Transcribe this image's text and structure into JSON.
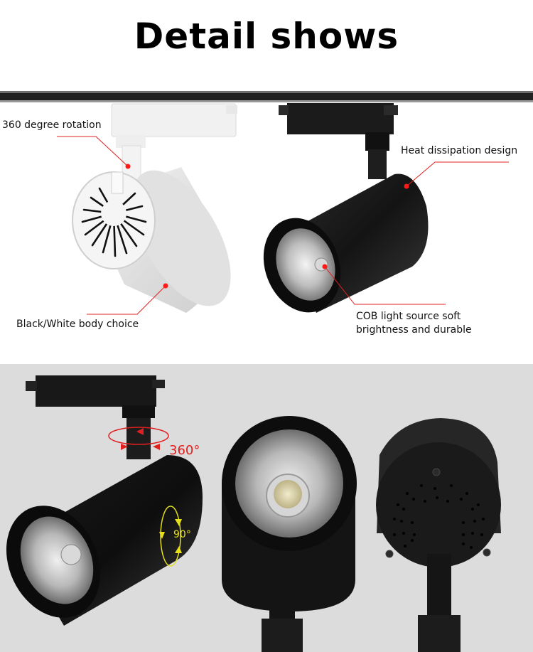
{
  "header": {
    "title": "Detail shows"
  },
  "top_panel": {
    "callouts": [
      {
        "id": "rotation",
        "label": "360 degree rotation"
      },
      {
        "id": "heat",
        "label": "Heat dissipation design"
      },
      {
        "id": "body",
        "label": "Black/White body choice"
      },
      {
        "id": "cob_line1",
        "label": "COB light source soft"
      },
      {
        "id": "cob_line2",
        "label": "brightness and durable"
      }
    ],
    "products": [
      "white-track-light",
      "black-track-light"
    ]
  },
  "bottom_panel": {
    "rotation_horizontal": "360°",
    "rotation_vertical": "90°",
    "views": [
      "side-angled-view",
      "front-lens-view",
      "rear-vent-view"
    ]
  },
  "colors": {
    "callout_red": "#e0201f",
    "rotation_red": "#e0201f",
    "tilt_yellow": "#e6e01a",
    "bottom_bg": "#dcdcdc",
    "rail": "#222222"
  }
}
